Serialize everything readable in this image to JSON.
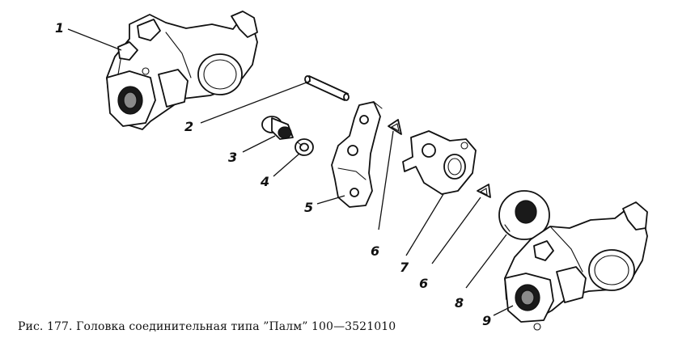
{
  "caption": "Рис. 177. Головка соединительная типа ”Палм” 100—3521010",
  "callouts": {
    "c1": "1",
    "c2": "2",
    "c3": "3",
    "c4": "4",
    "c5": "5",
    "c6a": "6",
    "c7": "7",
    "c6b": "6",
    "c8": "8",
    "c9": "9"
  }
}
